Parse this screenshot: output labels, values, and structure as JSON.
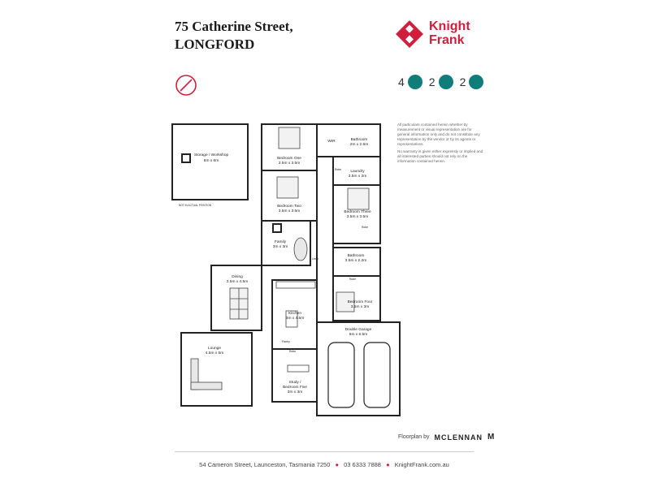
{
  "header": {
    "address_line1": "75 Catherine Street,",
    "address_line2": "LONGFORD",
    "brand_line1": "Knight",
    "brand_line2": "Frank",
    "brand_color": "#d01f3c"
  },
  "features": {
    "bedrooms": "4",
    "bathrooms": "2",
    "car_spaces": "2",
    "bedroom_icon": "bed-icon",
    "bath_icon": "bath-icon",
    "car_icon": "car-icon",
    "icon_color": "#0f7d7a"
  },
  "disclaimer": {
    "para1": "All particulars contained herein whether by measurement or visual representation are for general information only and do not constitute any representation by the vendor or by its agents or representatives.",
    "para2": "No warranty is given either expressly or implied and all interested parties should not rely on the information contained herein."
  },
  "plan": {
    "storage_name": "Storage / Workshop",
    "storage_size": "6m x 6m",
    "not_in_position": "NOT IN ACTUAL POSITION",
    "bedroom_one_name": "Bedroom One",
    "bedroom_one_size": "3.5m x 3.5m",
    "wir": "WIR",
    "bathroom_name": "Bathroom",
    "bathroom_size": "2m x 2.6m",
    "robe": "Robe",
    "laundry_name": "Laundry",
    "laundry_size": "3.5m x 2m",
    "bedroom_two_name": "Bedroom Two",
    "bedroom_two_size": "3.5m x 3.5m",
    "bedroom_three_name": "Bedroom Three",
    "bedroom_three_size": "3.5m x 3.5m",
    "family_name": "Family",
    "family_size": "3m x 3m",
    "linen": "Linen",
    "bathroom2_name": "Bathroom",
    "bathroom2_size": "3.5m x 2.2m",
    "dining_name": "Dining",
    "dining_size": "3.5m x 4.5m",
    "bedroom_four_name": "Bedroom Four",
    "bedroom_four_size": "3.5m x 3m",
    "kitchen_name": "Kitchen",
    "kitchen_size": "3m x 4.5m",
    "garage_name": "Double Garage",
    "garage_size": "6m x 6.5m",
    "lounge_name": "Lounge",
    "lounge_size": "4.5m x 5m",
    "pantry": "Pantry",
    "study_name": "Study /",
    "study_name2": "Bedroom Five",
    "study_size": "3m x 3m"
  },
  "credit": {
    "label": "Floorplan by",
    "brand": "MCLENNAN"
  },
  "footer": {
    "address": "54 Cameron Street, Launceston, Tasmania 7250",
    "phone": "03 6333 7888",
    "website": "KnightFrank.com.au"
  }
}
